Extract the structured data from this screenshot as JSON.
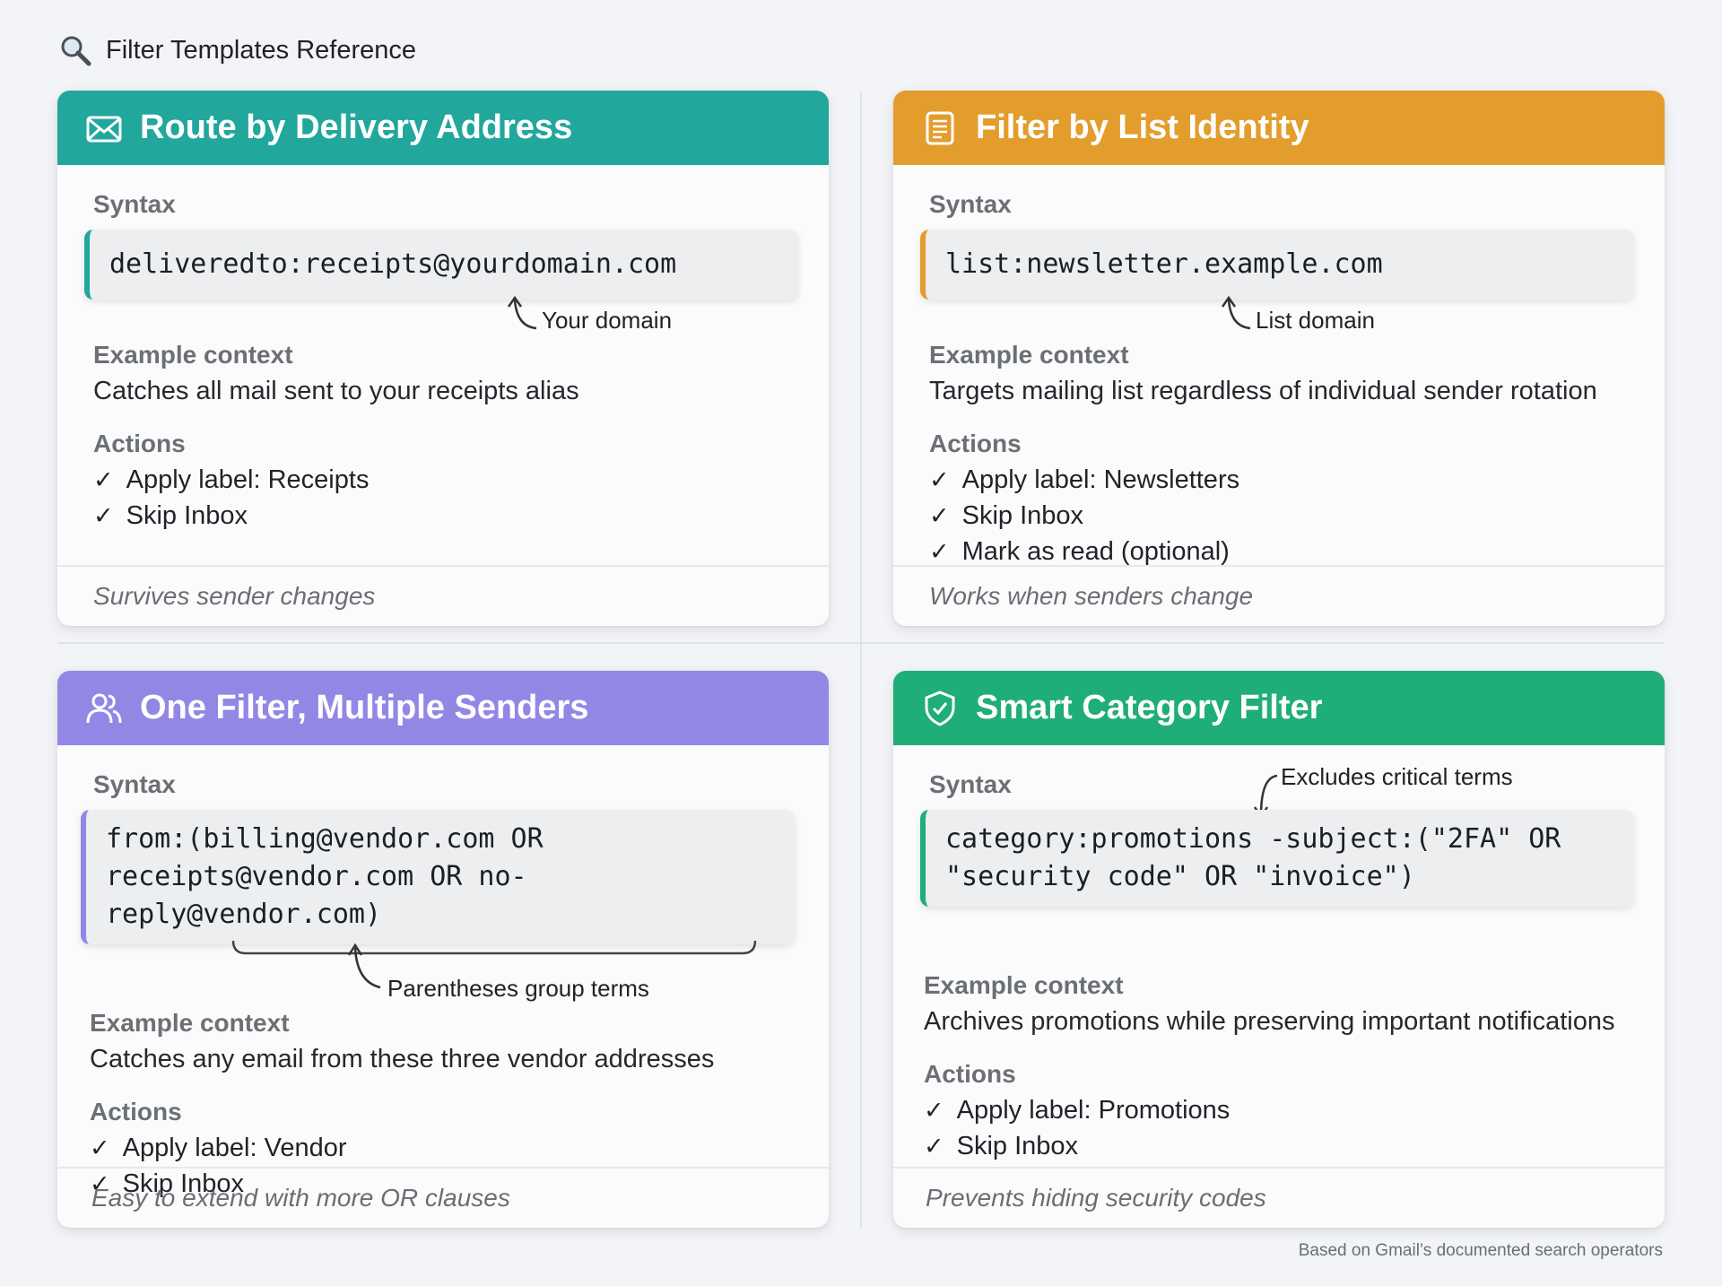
{
  "header": {
    "title": "Filter Templates Reference",
    "icon": "magnifier-icon"
  },
  "colors": {
    "teal": "#21a79b",
    "orange": "#e39d2c",
    "purple": "#9387e6",
    "green": "#1fae78"
  },
  "cards": [
    {
      "title": "Route by Delivery Address",
      "icon": "envelope-icon",
      "syntax_label": "Syntax",
      "syntax": "deliveredto:receipts@yourdomain.com",
      "annotation": "Your domain",
      "context_label": "Example context",
      "context": "Catches all mail sent to your receipts alias",
      "actions_label": "Actions",
      "actions": [
        "Apply label: Receipts",
        "Skip Inbox"
      ],
      "note": "Survives sender changes"
    },
    {
      "title": "Filter by List Identity",
      "icon": "list-document-icon",
      "syntax_label": "Syntax",
      "syntax": "list:newsletter.example.com",
      "annotation": "List domain",
      "context_label": "Example context",
      "context": "Targets mailing list regardless of individual sender rotation",
      "actions_label": "Actions",
      "actions": [
        "Apply label: Newsletters",
        "Skip Inbox",
        "Mark as read (optional)"
      ],
      "note": "Works when senders change"
    },
    {
      "title": "One Filter, Multiple Senders",
      "icon": "users-icon",
      "syntax_label": "Syntax",
      "syntax_line1": "from:(billing@vendor.com OR",
      "syntax_line2": "receipts@vendor.com OR no-reply@vendor.com)",
      "annotation": "Parentheses group terms",
      "context_label": "Example context",
      "context": "Catches any email from these three vendor addresses",
      "actions_label": "Actions",
      "actions": [
        "Apply label: Vendor",
        "Skip Inbox"
      ],
      "note": "Easy to extend with more OR clauses"
    },
    {
      "title": "Smart Category Filter",
      "icon": "shield-check-icon",
      "syntax_label": "Syntax",
      "syntax_line1": "category:promotions -subject:(\"2FA\" OR",
      "syntax_line2": "\"security code\" OR \"invoice\")",
      "annotation": "Excludes critical terms",
      "context_label": "Example context",
      "context": "Archives promotions while preserving important notifications",
      "actions_label": "Actions",
      "actions": [
        "Apply label: Promotions",
        "Skip Inbox"
      ],
      "note": "Prevents hiding security codes"
    }
  ],
  "check_glyph": "✓",
  "footer": "Based on Gmail’s documented search operators"
}
